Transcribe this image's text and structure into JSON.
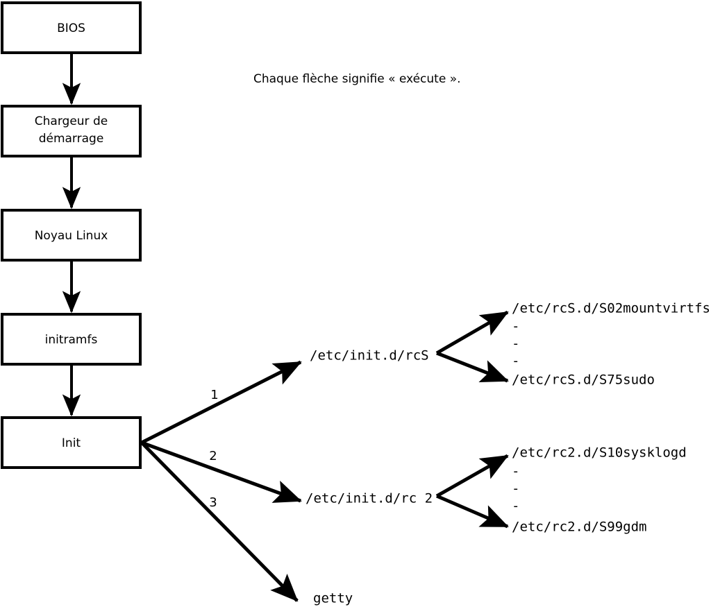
{
  "diagram": {
    "note": "Chaque flèche signifie « exécute ».",
    "boot_chain": [
      {
        "id": "bios",
        "label": "BIOS"
      },
      {
        "id": "bootloader",
        "label_line1": "Chargeur de",
        "label_line2": "démarrage"
      },
      {
        "id": "kernel",
        "label": "Noyau Linux"
      },
      {
        "id": "initramfs",
        "label": "initramfs"
      },
      {
        "id": "init",
        "label": "Init"
      }
    ],
    "init_branches": [
      {
        "number": "1",
        "target": "/etc/init.d/rcS"
      },
      {
        "number": "2",
        "target": "/etc/init.d/rc 2"
      },
      {
        "number": "3",
        "target": "getty"
      }
    ],
    "rcs_scripts": {
      "first": "/etc/rcS.d/S02mountvirtfs",
      "ellipsis": [
        "-",
        "-",
        "-"
      ],
      "last": "/etc/rcS.d/S75sudo"
    },
    "rc2_scripts": {
      "first": "/etc/rc2.d/S10sysklogd",
      "ellipsis": [
        "-",
        "-",
        "-"
      ],
      "last": "/etc/rc2.d/S99gdm"
    },
    "colors": {
      "stroke": "#000000",
      "fill": "#ffffff",
      "background": "#ffffff"
    }
  }
}
